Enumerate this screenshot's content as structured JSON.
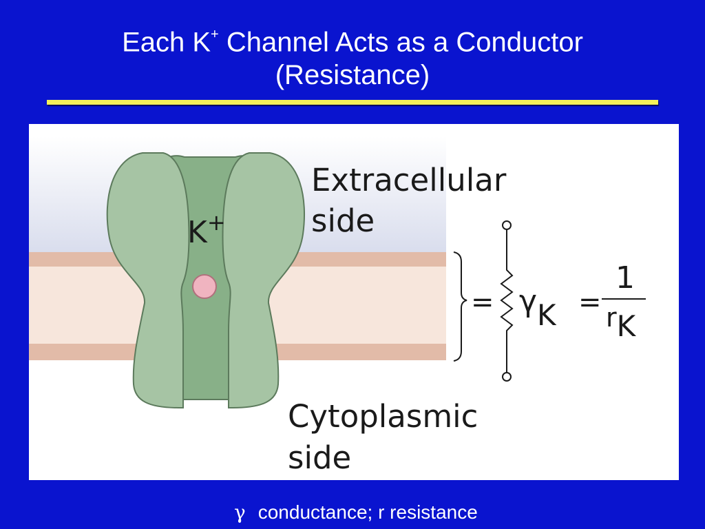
{
  "slide": {
    "title_line1_pre": "Each K",
    "title_sup": "+",
    "title_line1_post": " Channel Acts as a Conductor",
    "title_line2": "(Resistance)"
  },
  "diagram": {
    "ion_label": "K",
    "ion_charge": "+",
    "extracellular_line1": "Extracellular",
    "extracellular_line2": "side",
    "cytoplasmic_line1": "Cytoplasmic",
    "cytoplasmic_line2": "side",
    "equals_sign": "=",
    "gamma_symbol": "γ",
    "gamma_subscript": "K",
    "equals_sign_2": "=",
    "fraction_numerator": "1",
    "fraction_r": "r",
    "fraction_subscript": "K"
  },
  "caption": {
    "gamma_symbol": "γ",
    "text": "conductance; r resistance"
  },
  "colors": {
    "background": "#0a14cf",
    "underline": "#f5f05a",
    "channel_outer": "#a6c4a4",
    "channel_inner": "#88b088",
    "membrane": "#e2bba8",
    "ion": "#f0b4c0"
  }
}
